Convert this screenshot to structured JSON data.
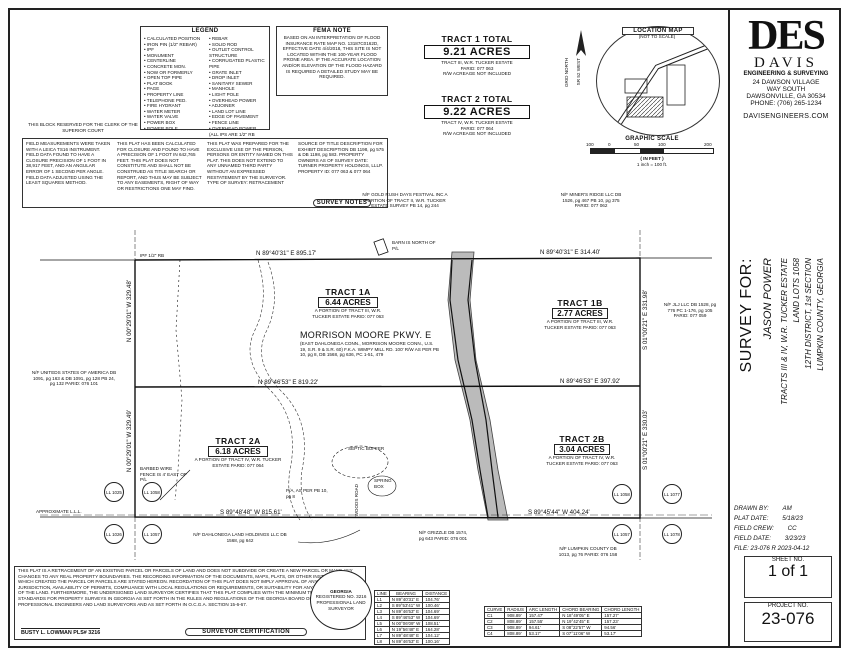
{
  "legend": {
    "title": "LEGEND",
    "left": [
      "CALCULATED POSITION",
      "IRON PIN (1/2\" REBAR)",
      "IPF",
      "MONUMENT",
      "CENTERLINE",
      "CONCRETE MON.",
      "NOW OR FORMERLY",
      "OPEN TOP PIPE",
      "PLAT BOOK",
      "PAGE",
      "PROPERTY LINE",
      "TELEPHONE PED.",
      "FIRE HYDRANT",
      "WATER METER",
      "WATER VALVE",
      "POWER BOX",
      "POWER POLE"
    ],
    "right": [
      "REBAR",
      "SOLID ROD",
      "OUTLET CONTROL STRUCTURE",
      "CORRUGATED PLASTIC PIPE",
      "GRATE INLET",
      "DROP INLET",
      "SANITARY SEWER",
      "MANHOLE",
      "LIGHT POLE",
      "OVERHEAD POWER",
      "ADJOINER",
      "LAND LOT LINE",
      "EDGE OF PAVEMENT",
      "FENCE LINE",
      "OVERHEAD POWER"
    ],
    "note": "(ALL IPS ARE 1/2\" RB \"CAPPED\" UNLESS OTHERWISE LABELED)"
  },
  "fema": {
    "title": "FEMA NOTE",
    "text": "BASED ON AN INTERPRETATION OF FLOOD INSURANCE RATE MAP NO. 13187C0162D, EFFECTIVE DATE 4/4/2018, THIS SITE IS NOT LOCATED WITHIN THE 100-YEAR FLOOD PRONE AREA. IF THE ACCURATE LOCATION AND/OR ELEVATION OF THE FLOOD HAZARD IS REQUIRED A DETAILED STUDY MAY BE REQUIRED."
  },
  "clerk_block": "THIS BLOCK RESERVED FOR THE CLERK OF THE SUPERIOR COURT",
  "tract_summary": [
    {
      "title": "TRACT 1 TOTAL",
      "acres": "9.21 ACRES",
      "sub1": "TRACT III, W.R. TUCKER ESTATE",
      "sub2": "PARID: 077 063",
      "sub3": "R/W ACREAGE NOT INCLUDED"
    },
    {
      "title": "TRACT 2 TOTAL",
      "acres": "9.22 ACRES",
      "sub1": "TRACT IV, W.R. TUCKER ESTATE",
      "sub2": "PARID: 077 064",
      "sub3": "R/W ACREAGE NOT INCLUDED"
    }
  ],
  "location_map": {
    "title": "LOCATION MAP",
    "sub": "(NOT TO SCALE)",
    "road": "SR 52 WEST",
    "grid": "GRID NORTH"
  },
  "graphic_scale": {
    "title": "GRAPHIC SCALE",
    "ticks": [
      "100",
      "0",
      "50",
      "100",
      "200"
    ],
    "unit": "( IN FEET )",
    "ratio": "1 inch = 100 ft."
  },
  "firm": {
    "logo": "DES",
    "name": "DAVIS",
    "tag": "ENGINEERING & SURVEYING",
    "addr1": "24 DAWSON VILLAGE",
    "addr2": "WAY SOUTH",
    "addr3": "DAWSONVILLE, GA 30534",
    "phone": "PHONE: (706) 265-1234",
    "web": "DAVISENGINEERS.COM"
  },
  "survey_for": {
    "heading": "SURVEY FOR:",
    "client": "JASON POWER",
    "l1": "TRACTS III & IV, W.R. TUCKER ESTATE",
    "l2": "LAND LOTS 1058",
    "l3": "12TH DISTRICT, 1st SECTION",
    "l4": "LUMPKIN COUNTY, GEORGIA"
  },
  "title_block": {
    "drawn_label": "DRAWN BY:",
    "drawn": "AM",
    "plat_label": "PLAT DATE:",
    "plat": "5/18/23",
    "crew_label": "FIELD CREW:",
    "crew": "CC",
    "fdate_label": "FIELD DATE:",
    "fdate": "3/23/23",
    "file": "FILE: 23-076 R 2023-04-12",
    "sheet_label": "SHEET NO.",
    "sheet": "1 of 1",
    "proj_label": "PROJECT NO.",
    "proj": "23-076"
  },
  "notes": {
    "col1": "FIELD MEASUREMENTS WERE TAKEN WITH A LEICA TS16 INSTRUMENT. FIELD DATA FOUND TO HAVE A CLOSURE PRECISION OF 1 FOOT IN 38,917 FEET, AND AN ANGULAR ERROR OF 1 SECOND PER ANGLE. FIELD DATA ADJUSTED USING THE LEAST SQUARES METHOD.",
    "col2": "THIS PLAT HAS BEEN CALCULATED FOR CLOSURE AND FOUND TO HAVE A PRECISION OF 1 FOOT IN 642,765 FEET. THIS PLAT DOES NOT CONSTITUTE AND SHALL NOT BE CONSTRUED AS TITLE SEARCH OR REPORT, AND THUS MAY BE SUBJECT TO ANY EASEMENTS, RIGHT OF WAY OR RESTRICTIONS ONE MAY FIND.",
    "col3": "THIS PLAT WAS PREPARED FOR THE EXCLUSIVE USE OF THE PERSON, PERSONS OR ENTITY NAMED ON THIS PLAT. THIS DOES NOT EXTEND TO ANY UNNAMED THIRD PARTY WITHOUT AN EXPRESSED RESTATEMENT BY THE SURVEYOR. TYPE OF SURVEY: RETRACEMENT",
    "col4": "SOURCE OF TITLE DESCRIPTION FOR EXHIBIT DESCRIPTION DB 1198, pg 575 & DB 1198, pg 583. PROPERTY OWNERS AS OF SURVEY DATE: TURNER PROPERTY HOLDINGS, LLLP. PROPERTY ID: 077 063 & 077 064",
    "title": "SURVEY NOTES"
  },
  "plat": {
    "tract1a": {
      "title": "TRACT 1A",
      "acres": "6.44 ACRES",
      "sub": "A PORTION OF TRACT III, W.R. TUCKER ESTATE PARID: 077 063"
    },
    "tract1b": {
      "title": "TRACT 1B",
      "acres": "2.77 ACRES",
      "sub": "A PORTION OF TRACT III, W.R. TUCKER ESTATE PARID: 077 063"
    },
    "tract2a": {
      "title": "TRACT 2A",
      "acres": "6.18 ACRES",
      "sub": "A PORTION OF TRACT IV, W.R. TUCKER ESTATE PARID: 077 064"
    },
    "tract2b": {
      "title": "TRACT 2B",
      "acres": "3.04 ACRES",
      "sub": "A PORTION OF TRACT IV, W.R. TUCKER ESTATE PARID: 077 063"
    },
    "road": "MORRISON MOORE PKWY. E",
    "road_sub": "(EAST DAHLONEGA CONN., MORRISON MOORE CONN., U.S. 19, S.R. 9 & S.R. 60) F.K.A. WIMPY MILL RD. 100' R/W AS PER PB 10, pg 8, DB 1568, pg 636, PC 1-51, 479",
    "n_top_left": "N 89°40'31\" E 895.17'",
    "n_top_right": "N 89°40'31\" E 314.40'",
    "mid_left": "N 89°46'53\" E 819.22'",
    "mid_right": "N 89°46'53\" E 397.92'",
    "bot_left": "S 89°48'48\" W 815.61'",
    "bot_right": "S 89°45'44\" W 404.24'",
    "west_top": "N 00°29'01\" W 329.48'",
    "west_bot": "N 00°29'01\" W 329.49'",
    "east_top": "S 01°00'21\" E 331.98'",
    "east_bot": "S 01°00'21\" E 330.03'",
    "gold_rush": "N/F GOLD RUSH DAYS FESTIVAL INC A PORTION OF TRACT II, W.R. TUCKER ESTATE SURVEY PB 14, pg 244",
    "miners": "N/F MINER'S RIDGE LLC DB 1526, pg 467 PB 10, pg 375 PARID: 077 062",
    "jlj": "N/F JLJ LLC DB 1528, pg 776 PC 1-176, pg 105 PARID: 077 059",
    "usa": "N/F UNITEDS STATES OF AMERICA DB 1091, pg 163 & DB 1091, pg 128 PB 24, pg 132 PARID: 076 101",
    "dahlonega": "N/F DAHLONEGA LAND HOLDINGS LLC DB 1568, pg 642",
    "grizzle": "N/F GRIZZLE DB 1574, pg 643 PARID: 076 001",
    "lumpkin": "N/F LUMPKIN COUNTY DB 1013, pg 76 PARID: 076 158",
    "barn": "BARN IS NORTH OF P/L",
    "septic": "SEPTIC BUFFER",
    "spring": "SPRING BOX",
    "woods": "WOODS ROAD",
    "approx_lll": "APPROXIMATE L.L.L.",
    "barbed": "BARBED WIRE FENCE IS 4' EAST OF P/L",
    "pa": "P/A, AS PER PB 10, pg 8",
    "ll": [
      "LL 1025",
      "LL 1058",
      "LL 1058",
      "LL 1077",
      "LL 1026",
      "LL 1057",
      "LL 1057",
      "LL 1078"
    ],
    "ipf": "IPF 1/2\" RB"
  },
  "curve_table": {
    "line_head": [
      "LINE",
      "BEARING",
      "DISTANCE"
    ],
    "lines": [
      [
        "L1",
        "N 89°40'31\" E",
        "104.76'"
      ],
      [
        "L2",
        "S 89°53'41\" W",
        "100.46'"
      ],
      [
        "L3",
        "N 89°46'53\" E",
        "104.69'"
      ],
      [
        "L4",
        "S 89°46'53\" W",
        "104.69'"
      ],
      [
        "L5",
        "N 00°06'09\" W",
        "108.51'"
      ],
      [
        "L6",
        "N 19°56'48\" E",
        "164.28'"
      ],
      [
        "L7",
        "N 89°48'48\" E",
        "104.12'"
      ],
      [
        "L8",
        "N 89°46'53\" E",
        "100.16'"
      ]
    ],
    "curve_head": [
      "CURVE",
      "RADIUS",
      "ARC LENGTH",
      "CHORD BEARING",
      "CHORD LENGTH"
    ],
    "curves": [
      [
        "C1",
        "908.89'",
        "157.47'",
        "N 18°49'05\" E",
        "157.27'"
      ],
      [
        "C2",
        "808.89'",
        "157.55'",
        "N 19°42'45\" E",
        "157.23'"
      ],
      [
        "C3",
        "908.89'",
        "94.61'",
        "S 08°22'57\" W",
        "94.56'"
      ],
      [
        "C4",
        "808.89'",
        "53.17'",
        "S 07°11'06\" W",
        "53.17'"
      ]
    ]
  },
  "surveyor": {
    "statement": "THIS PLAT IS A RETRACEMENT OF AN EXISTING PARCEL OR PARCELS OF LAND AND DOES NOT SUBDIVIDE OR CREATE A NEW PARCEL OR MAKE ANY CHANGES TO ANY REAL PROPERTY BOUNDARIES. THE RECORDING INFORMATION OF THE DOCUMENTS, MAPS, PLATS, OR OTHER INSTRUMENTS WHICH CREATED THE PARCEL OR PARCELS ARE STATED HEREON. RECORDATION OF THIS PLAT DOES NOT IMPLY APPROVAL OF ANY LOCAL JURISDICTION, AVAILABILITY OF PERMITS, COMPLIANCE WITH LOCAL REGULATIONS OR REQUIREMENTS, OR SUITABILITY FOR ANY USE OR PURPOSE OF THE LAND. FURTHERMORE, THE UNDERSIGNED LAND SURVEYOR CERTIFIES THAT THIS PLAT COMPLIES WITH THE MINIMUM TECHNICAL STANDARDS FOR PROPERTY SURVEYS IN GEORGIA AS SET FORTH IN THE RULES AND REGULATIONS OF THE GEORGIA BOARD OF REGISTRATION FOR PROFESSIONAL ENGINEERS AND LAND SURVEYORS AND AS SET FORTH IN O.C.G.A. SECTION 15-6-67.",
    "signer": "BUSTY L. LOWMAN PLS# 3216",
    "cert_title": "SURVEYOR CERTIFICATION",
    "seal_top": "GEORGIA",
    "seal_mid": "REGISTERED NO. 3216",
    "seal_bot": "PROFESSIONAL LAND SURVEYOR"
  }
}
